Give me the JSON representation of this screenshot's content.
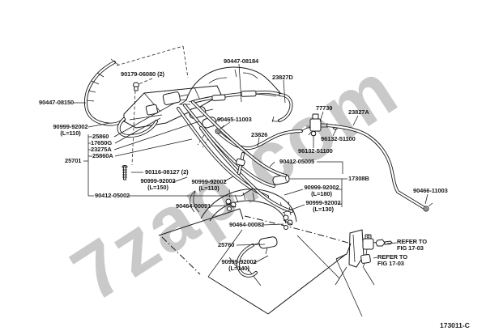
{
  "watermark": "7zap.com",
  "figure_code": "173011-C",
  "colors": {
    "line": "#1a1a1a",
    "background": "#ffffff",
    "watermark": "#c9c9c9"
  },
  "labels": {
    "hose_90447_08150": "90447-08150",
    "bolt_90179_06080": "90179-06080 (2)",
    "hose_90999_92002_l110_left": {
      "a": "90999-92002",
      "b": "(L=110)"
    },
    "vsv_25860": "25860",
    "hose_17650g": "17650G",
    "hose_23275a": "23275A",
    "hose_25860a": "25860A",
    "bracket_25701": "25701",
    "hose_90447_08184": "90447-08184",
    "hose_23827d": "23827D",
    "check_valve_77739": "77739",
    "hose_23827a": "23827A",
    "clip_90465_11003": "90465-11003",
    "hose_23826": "23826",
    "clamp_96132_51100_a": "96132-51100",
    "clamp_96132_51100_b": "96132-51100",
    "union_90412_05005": "90412-05005",
    "bolt_90116_08127": "90116-08127 (2)",
    "hose_90999_92002_l150": {
      "a": "90999-92002",
      "b": "(L=150)"
    },
    "hose_90999_92002_l110_mid": {
      "a": "90999-92002",
      "b": "(L=110)"
    },
    "union_90412_05002": "90412-05002",
    "clip_90464_00091": "90464-00091",
    "pipe_17308b": "17308B",
    "hose_90999_92002_l180": {
      "a": "90999-92002",
      "b": "(L=180)"
    },
    "hose_90999_92002_l130": {
      "a": "90999-92002",
      "b": "(L=130)"
    },
    "clip_90464_00082": "90464-00082",
    "vsv_25760": "25760",
    "hose_90999_92002_l140": {
      "a": "90999-92002",
      "b": "(L=140)"
    },
    "clip_90466_11003": "90466-11003",
    "refer_note_a": {
      "a": "REFER TO",
      "b": "FIG 17-03"
    },
    "refer_note_b": {
      "a": "REFER TO",
      "b": "FIG 17-03"
    }
  }
}
